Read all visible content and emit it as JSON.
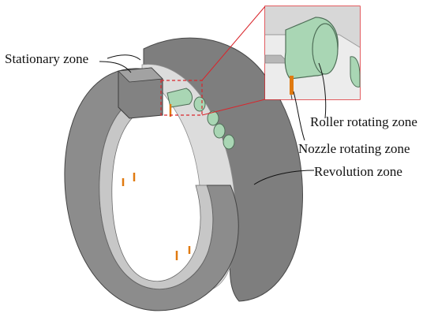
{
  "labels": {
    "stationary_zone": "Stationary zone",
    "roller_rotating_zone": "Roller rotating zone",
    "nozzle_rotating_zone": "Nozzle rotating zone",
    "revolution_zone": "Revolution zone"
  },
  "colors": {
    "body_gray": "#8a8a8a",
    "face_gray": "#9b9b9b",
    "inner_light": "#d4d4d4",
    "roller_green": "#a9d6b4",
    "nozzle_orange": "#e07a10",
    "callout_red": "#d9262c"
  }
}
